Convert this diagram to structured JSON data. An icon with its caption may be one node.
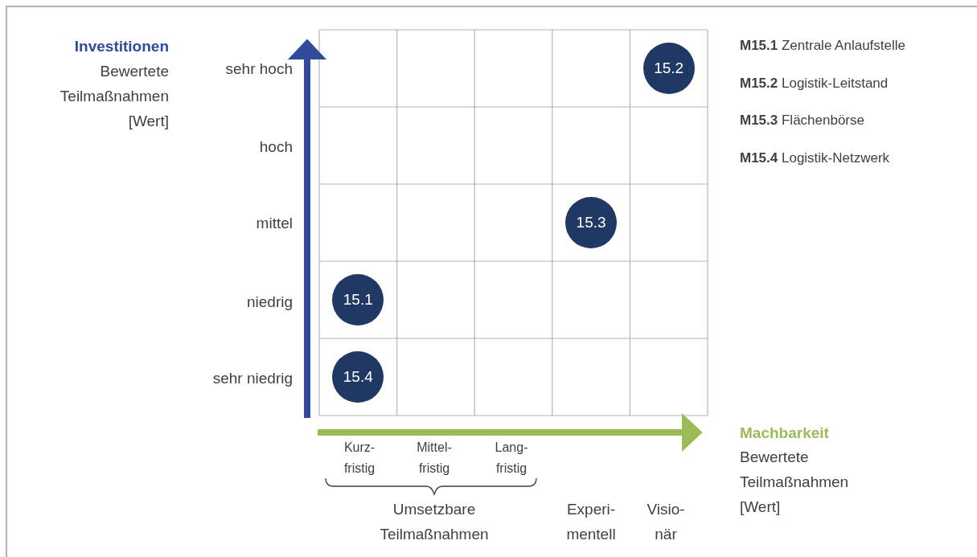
{
  "diagram": {
    "nodes": [
      {
        "text": [
          "15.2"
        ]
      },
      {
        "text": [
          "15.3"
        ]
      },
      {
        "text": [
          "15.1"
        ]
      },
      {
        "text": [
          "15.4"
        ]
      }
    ],
    "edges": [],
    "labels": [
      "Investitionen",
      "Bewertete Teilmaßnahmen [Wert]",
      "**M15.1** Zentrale Anlaufstelle",
      "**M15.2** Logistik-Leitstand",
      "**M15.3** Flächenbörse",
      "**M15.4** Logistik-Netzwerk",
      "sehr hoch",
      "hoch",
      "mittel",
      "niedrig",
      "sehr niedrig",
      "Machbarkeit",
      "Bewertete Teilmaßnahmen [Wert]",
      "Kurz- fristig",
      "Mittel- fristig",
      "Lang- fristig",
      "Umsetzbare Teilmaßnahmen",
      "Experi- mentell",
      "Visio- när"
    ]
  }
}
